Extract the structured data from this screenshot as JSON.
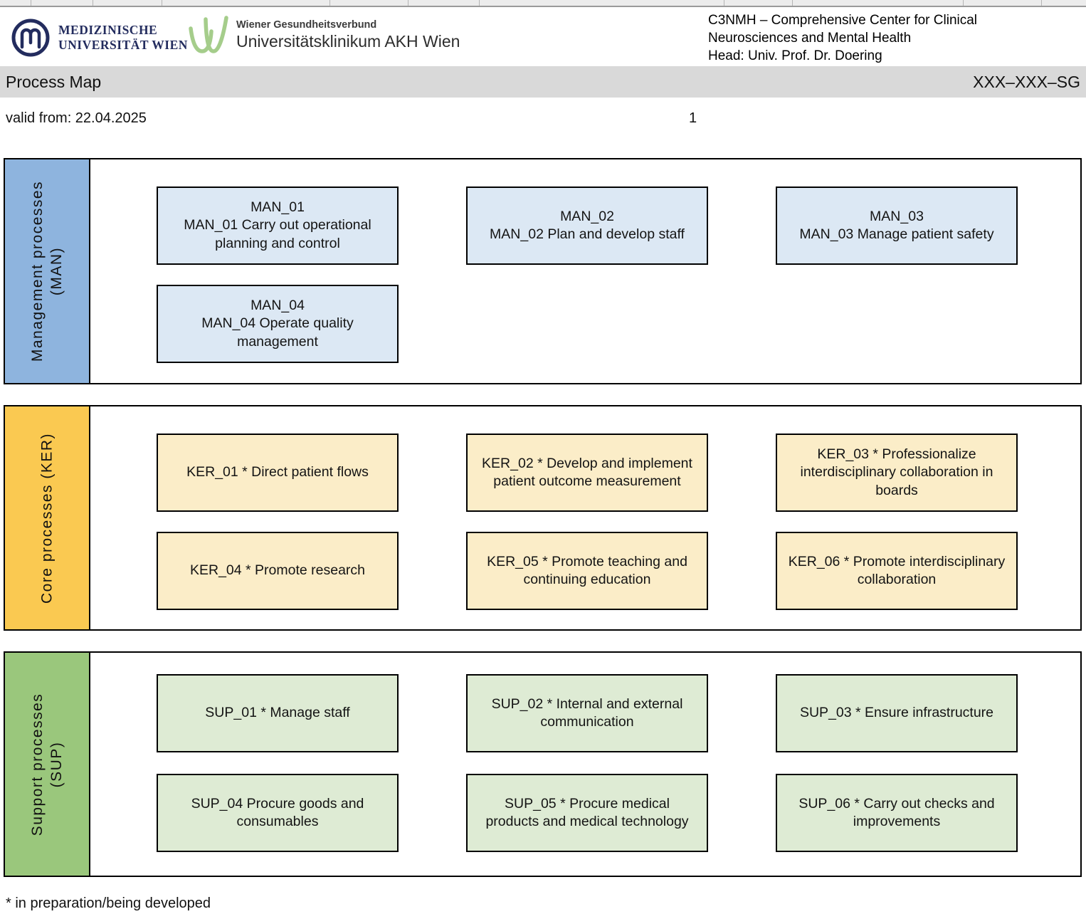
{
  "header": {
    "meduni_logo": {
      "line1": "MEDIZINISCHE",
      "line2": "UNIVERSITÄT WIEN"
    },
    "akh_logo": {
      "line1": "Wiener Gesundheitsverbund",
      "line2": "Universitätsklinikum AKH Wien"
    },
    "org_block": {
      "line1": "C3NMH – Comprehensive Center for Clinical",
      "line2": "Neurosciences and Mental Health",
      "line3": "Head: Univ. Prof. Dr. Doering"
    }
  },
  "title_bar": {
    "title": "Process Map",
    "doc_code": "XXX–XXX–SG"
  },
  "meta": {
    "valid_from": "valid from: 22.04.2025",
    "page_number": "1"
  },
  "colors": {
    "title_bar_bg": "#d9d9d9",
    "man_sidebar": "#8eb4de",
    "man_box": "#dce8f4",
    "ker_sidebar": "#fac951",
    "ker_box": "#fbedc8",
    "sup_sidebar": "#9ac77c",
    "sup_box": "#deebd4",
    "meduni_navy": "#232c5e",
    "akh_green": "#a5cd8b"
  },
  "lanes": [
    {
      "code": "MAN",
      "label": "Management processes\n(MAN)",
      "boxes": [
        {
          "id": "MAN_01",
          "text": "MAN_01\nMAN_01 Carry out operational planning and control"
        },
        {
          "id": "MAN_02",
          "text": "MAN_02\nMAN_02 Plan and develop staff"
        },
        {
          "id": "MAN_03",
          "text": "MAN_03\nMAN_03 Manage patient safety"
        },
        {
          "id": "MAN_04",
          "text": "MAN_04\nMAN_04 Operate quality management"
        }
      ]
    },
    {
      "code": "KER",
      "label": "Core processes (KER)",
      "boxes": [
        {
          "id": "KER_01",
          "text": "KER_01 * Direct patient flows"
        },
        {
          "id": "KER_02",
          "text": "KER_02 * Develop and implement patient outcome measurement"
        },
        {
          "id": "KER_03",
          "text": "KER_03 * Professionalize interdisciplinary collaboration in boards"
        },
        {
          "id": "KER_04",
          "text": "KER_04 * Promote research"
        },
        {
          "id": "KER_05",
          "text": "KER_05 * Promote teaching and continuing education"
        },
        {
          "id": "KER_06",
          "text": "KER_06 * Promote interdisciplinary collaboration"
        }
      ]
    },
    {
      "code": "SUP",
      "label": "Support processes\n(SUP)",
      "boxes": [
        {
          "id": "SUP_01",
          "text": "SUP_01 * Manage staff"
        },
        {
          "id": "SUP_02",
          "text": "SUP_02 * Internal and external communication"
        },
        {
          "id": "SUP_03",
          "text": "SUP_03 * Ensure infrastructure"
        },
        {
          "id": "SUP_04",
          "text": "SUP_04 Procure goods and consumables"
        },
        {
          "id": "SUP_05",
          "text": "SUP_05 * Procure medical products and medical technology"
        },
        {
          "id": "SUP_06",
          "text": "SUP_06 * Carry out checks and improvements"
        }
      ]
    }
  ],
  "footnote": "* in preparation/being developed"
}
